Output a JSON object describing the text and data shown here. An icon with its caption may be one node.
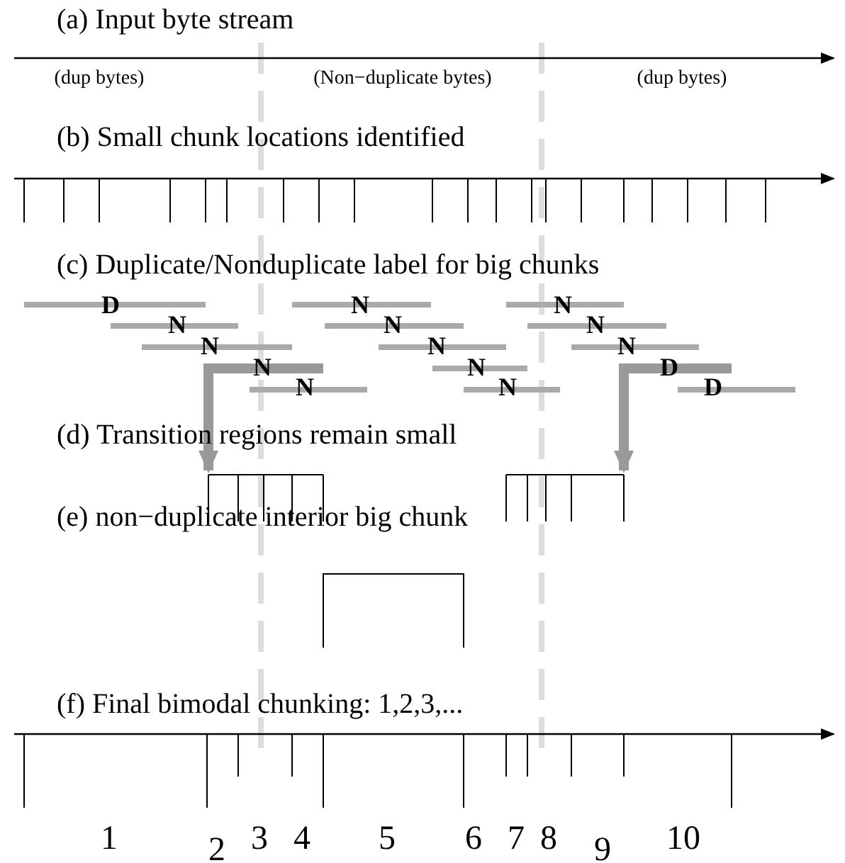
{
  "diagram": {
    "labels": [
      "(a) Input byte stream",
      "(dup bytes)",
      "(Non−duplicate bytes)",
      "(dup bytes)",
      "(b) Small chunk locations identified",
      "(c) Duplicate/Nonduplicate label for big chunks",
      "D",
      "N",
      "N",
      "N",
      "N",
      "N",
      "N",
      "N",
      "N",
      "N",
      "N",
      "N",
      "N",
      "D",
      "D",
      "(d) Transition regions remain small",
      "(e) non−duplicate interior big chunk",
      "(f) Final bimodal chunking: 1,2,3,...",
      "1",
      "2",
      "3",
      "4",
      "5",
      "6",
      "7",
      "8",
      "9",
      "10"
    ]
  }
}
